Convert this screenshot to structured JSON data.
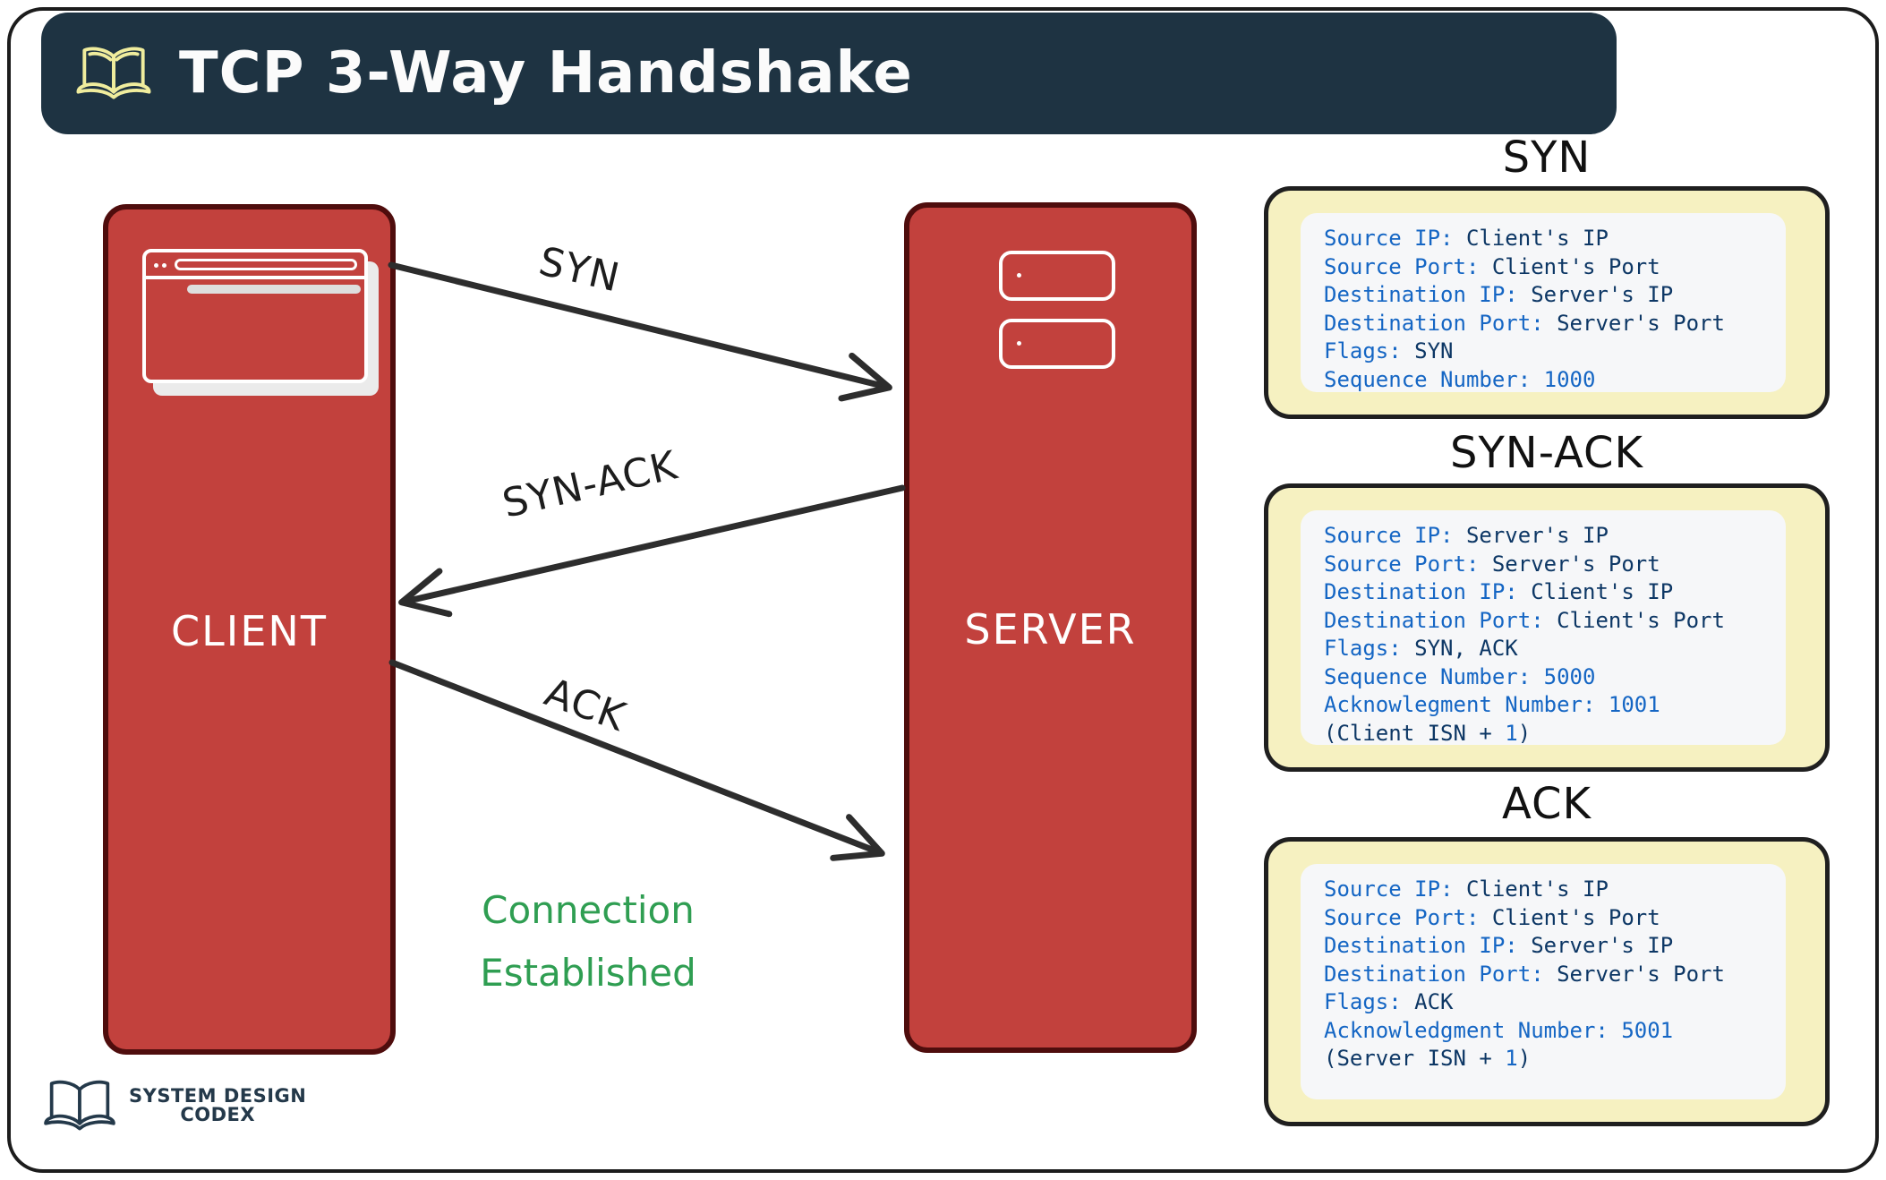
{
  "header": {
    "title": "TCP 3-Way Handshake"
  },
  "nodes": {
    "client": "CLIENT",
    "server": "SERVER"
  },
  "arrows": [
    {
      "label": "SYN"
    },
    {
      "label": "SYN-ACK"
    },
    {
      "label": "ACK"
    }
  ],
  "status": {
    "line1": "Connection",
    "line2": "Established"
  },
  "packets": [
    {
      "title": "SYN",
      "lines": [
        [
          {
            "text": "Source IP:",
            "kind": "key"
          },
          {
            "text": " Client's IP",
            "kind": "plain"
          }
        ],
        [
          {
            "text": "Source Port:",
            "kind": "key"
          },
          {
            "text": " Client's Port",
            "kind": "plain"
          }
        ],
        [
          {
            "text": "Destination IP:",
            "kind": "key"
          },
          {
            "text": " Server's IP",
            "kind": "plain"
          }
        ],
        [
          {
            "text": "Destination Port:",
            "kind": "key"
          },
          {
            "text": " Server's Port",
            "kind": "plain"
          }
        ],
        [
          {
            "text": "Flags:",
            "kind": "key"
          },
          {
            "text": " SYN",
            "kind": "plain"
          }
        ],
        [
          {
            "text": "Sequence Number: 1000",
            "kind": "key"
          }
        ]
      ]
    },
    {
      "title": "SYN-ACK",
      "lines": [
        [
          {
            "text": "Source IP:",
            "kind": "key"
          },
          {
            "text": " Server's IP",
            "kind": "plain"
          }
        ],
        [
          {
            "text": "Source Port:",
            "kind": "key"
          },
          {
            "text": " Server's Port",
            "kind": "plain"
          }
        ],
        [
          {
            "text": "Destination IP:",
            "kind": "key"
          },
          {
            "text": " Client's IP",
            "kind": "plain"
          }
        ],
        [
          {
            "text": "Destination Port:",
            "kind": "key"
          },
          {
            "text": " Client's Port",
            "kind": "plain"
          }
        ],
        [
          {
            "text": "Flags:",
            "kind": "key"
          },
          {
            "text": " SYN, ACK",
            "kind": "plain"
          }
        ],
        [
          {
            "text": "Sequence Number: 5000",
            "kind": "key"
          }
        ],
        [
          {
            "text": "Acknowlegment Number: 1001",
            "kind": "key"
          }
        ],
        [
          {
            "text": "(Client ISN + ",
            "kind": "plain"
          },
          {
            "text": "1",
            "kind": "key"
          },
          {
            "text": ")",
            "kind": "plain"
          }
        ]
      ]
    },
    {
      "title": "ACK",
      "lines": [
        [
          {
            "text": "Source IP:",
            "kind": "key"
          },
          {
            "text": " Client's IP",
            "kind": "plain"
          }
        ],
        [
          {
            "text": "Source Port:",
            "kind": "key"
          },
          {
            "text": " Client's Port",
            "kind": "plain"
          }
        ],
        [
          {
            "text": "Destination IP:",
            "kind": "key"
          },
          {
            "text": " Server's IP",
            "kind": "plain"
          }
        ],
        [
          {
            "text": "Destination Port:",
            "kind": "key"
          },
          {
            "text": " Server's Port",
            "kind": "plain"
          }
        ],
        [
          {
            "text": "Flags:",
            "kind": "key"
          },
          {
            "text": " ACK",
            "kind": "plain"
          }
        ],
        [
          {
            "text": "Acknowledgment Number: 5001",
            "kind": "key"
          }
        ],
        [
          {
            "text": "(Server ISN + ",
            "kind": "plain"
          },
          {
            "text": "1",
            "kind": "key"
          },
          {
            "text": ")",
            "kind": "plain"
          }
        ]
      ]
    }
  ],
  "logo": {
    "line1": "SYSTEM DESIGN",
    "line2": "CODEX"
  },
  "colors": {
    "header_bg": "#1e3342",
    "node_fill": "#c2413d",
    "node_border": "#4f0d0d",
    "packet_box_fill": "#f6f1c1",
    "packet_key": "#1566c4",
    "packet_value": "#0d3765",
    "status_green": "#2f9e52",
    "arrow": "#2d2d2d",
    "book_icon_yellow": "#f0ed9d"
  }
}
